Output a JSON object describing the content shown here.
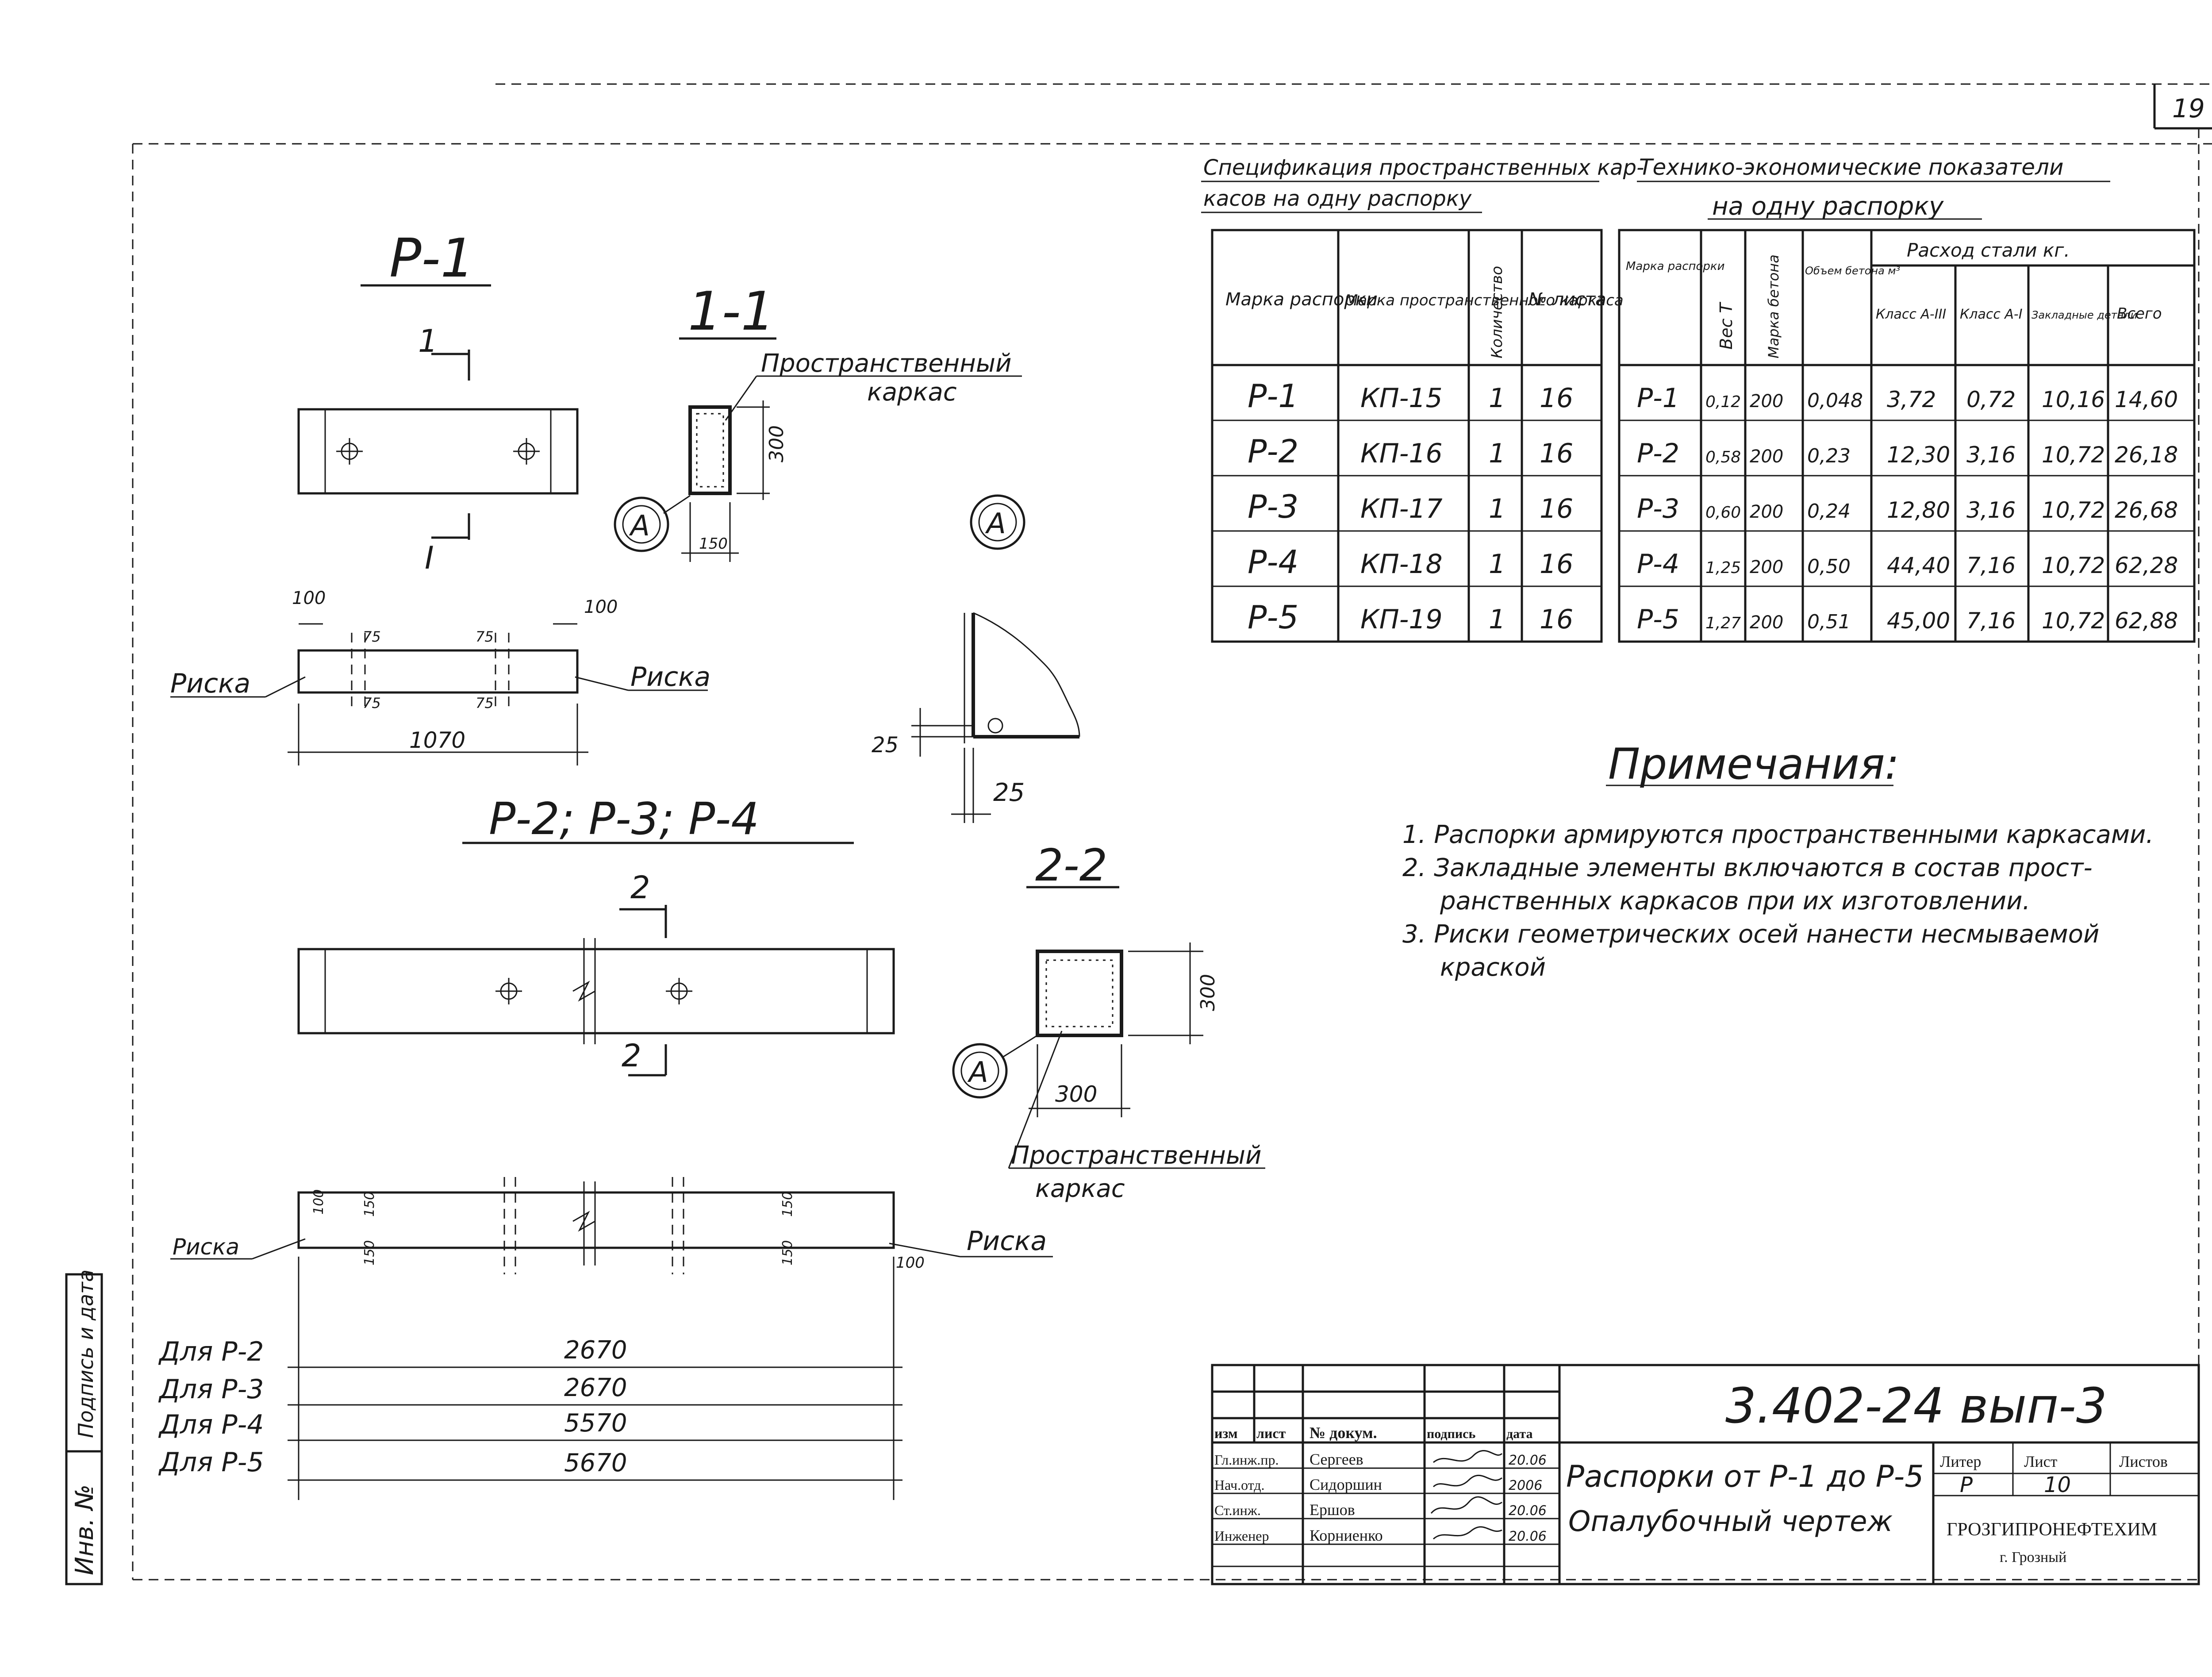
{
  "sheet_number": "19",
  "views": {
    "p1_title": "Р-1",
    "section_11": "1-1",
    "section_11_marker_top": "1",
    "section_11_marker_bottom": "I",
    "frame_label_1": "Пространственный",
    "frame_label_2": "каркас",
    "dim_300_a": "300",
    "dim_150": "150",
    "risk_left": "Риска",
    "risk_right": "Риска",
    "dim_1070": "1070",
    "dim_100_l": "100",
    "dim_100_r": "100",
    "dim_75_a": "75",
    "dim_75_b": "75",
    "dim_75_c": "75",
    "dim_75_d": "75",
    "detail_a": "А",
    "detail_dim_25_v": "25",
    "detail_dim_25_h": "25",
    "p234_title": "Р-2; Р-3; Р-4",
    "section_22": "2-2",
    "section_22_marker_top": "2",
    "section_22_marker_bottom": "2",
    "dim_300_b": "300",
    "dim_300_c": "300",
    "frame2_label_1": "Пространственный",
    "frame2_label_2": "каркас",
    "risk2_left": "Риска",
    "risk2_right": "Риска",
    "dim_100_b": "100",
    "dim_100_c": "100",
    "dim_150_b": "150",
    "dim_150_c": "150",
    "dim_150_d": "150",
    "dim_150_e": "150",
    "lengths": [
      {
        "label": "Для Р-2",
        "value": "2670"
      },
      {
        "label": "Для Р-3",
        "value": "2670"
      },
      {
        "label": "Для Р-4",
        "value": "5570"
      },
      {
        "label": "Для Р-5",
        "value": "5670"
      }
    ]
  },
  "spec_table": {
    "title_1": "Спецификация пространственных кар-",
    "title_2": "касов на одну распорку",
    "headers": [
      "Марка распорки",
      "Марка пространственного каркаса",
      "Количество",
      "№ листа"
    ],
    "rows": [
      [
        "Р-1",
        "КП-15",
        "1",
        "16"
      ],
      [
        "Р-2",
        "КП-16",
        "1",
        "16"
      ],
      [
        "Р-3",
        "КП-17",
        "1",
        "16"
      ],
      [
        "Р-4",
        "КП-18",
        "1",
        "16"
      ],
      [
        "Р-5",
        "КП-19",
        "1",
        "16"
      ]
    ]
  },
  "tech_table": {
    "title_1": "Технико-экономические показатели",
    "title_2": "на одну распорку",
    "group_header": "Расход стали кг.",
    "headers": [
      "Марка распорки",
      "Вес Т",
      "Марка бетона",
      "Объем бетона м³",
      "Класс А-III",
      "Класс А-I",
      "Закладные детали",
      "Всего"
    ],
    "rows": [
      [
        "Р-1",
        "0,12",
        "200",
        "0,048",
        "3,72",
        "0,72",
        "10,16",
        "14,60"
      ],
      [
        "Р-2",
        "0,58",
        "200",
        "0,23",
        "12,30",
        "3,16",
        "10,72",
        "26,18"
      ],
      [
        "Р-3",
        "0,60",
        "200",
        "0,24",
        "12,80",
        "3,16",
        "10,72",
        "26,68"
      ],
      [
        "Р-4",
        "1,25",
        "200",
        "0,50",
        "44,40",
        "7,16",
        "10,72",
        "62,28"
      ],
      [
        "Р-5",
        "1,27",
        "200",
        "0,51",
        "45,00",
        "7,16",
        "10,72",
        "62,88"
      ]
    ]
  },
  "notes": {
    "title": "Примечания:",
    "items": [
      "1. Распорки армируются пространственными каркасами.",
      "2. Закладные элементы включаются в состав прост-",
      "ранственных каркасов при их изготовлении.",
      "3. Риски геометрических осей нанести несмываемой",
      "краской"
    ]
  },
  "title_block": {
    "code": "3.402-24 вып-3",
    "name_line_1": "Распорки от Р-1 до Р-5",
    "name_line_2": "Опалубочный чертеж",
    "col_headers": [
      "изм",
      "лист",
      "№ докум.",
      "подпись",
      "дата"
    ],
    "staff": [
      {
        "role": "Гл.инж.пр.",
        "name": "Сергеев",
        "date": "20.06"
      },
      {
        "role": "Нач.отд.",
        "name": "Сидоршин",
        "date": "2006"
      },
      {
        "role": "Ст.инж.",
        "name": "Ершов",
        "date": "20.06"
      },
      {
        "role": "Инженер",
        "name": "Корниенко",
        "date": "20.06"
      }
    ],
    "stage_header": "Литер",
    "sheet_header": "Лист",
    "sheets_header": "Листов",
    "stage": "Р",
    "sheet": "10",
    "org_1": "ГРОЗГИПРОНЕФТЕХИМ",
    "org_2": "г. Грозный"
  },
  "side_stamp": {
    "inv": "Инв. №",
    "sign": "Подпись и дата"
  }
}
